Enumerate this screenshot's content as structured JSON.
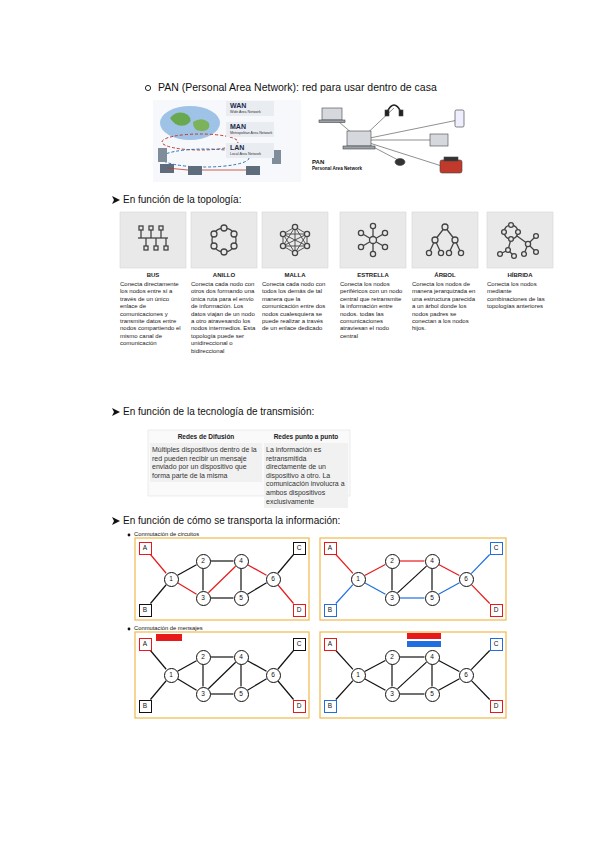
{
  "diagram": {
    "nodes": [
      {
        "text": [
          "BUS",
          "Conecta directamente los nodos entre sí a través de un único enlace de comunicaciones y transmite datos entre nodos compartiendo el mismo canal de comunicación"
        ]
      },
      {
        "text": [
          "ANILLO",
          "Conecta cada nodo con otros dos formando una única ruta para el envío de información. Los datos viajan de un nodo a otro atravesando los nodos intermedios. Esta topología puede ser unidireccional o bidireccional"
        ]
      },
      {
        "text": [
          "MALLA",
          "Conecta cada nodo con todos los demás de tal manera que la comunicación entre dos nodos cualesquiera se puede realizar a través de un enlace dedicado"
        ]
      },
      {
        "text": [
          "ESTRELLA",
          "Conecta los nodos periféricos con un nodo central que retransmite la información entre nodos. todas las comunicaciones atraviesan el nodo central"
        ]
      },
      {
        "text": [
          "ÁRBOL",
          "Conecta los nodos de manera jerarquizada en una estructura parecida a un árbol donde los nodos padres se conectan a los nodos hijos."
        ]
      },
      {
        "text": [
          "HÍBRIDA",
          "Conecta los nodos mediante combinaciones de las topologías anteriores"
        ]
      },
      {
        "text": [
          "Redes de Difusión",
          "Múltiples dispositivos dentro de la red pueden recibir un mensaje enviado por un dispositivo que forma parte de la misma"
        ]
      },
      {
        "text": [
          "Redes punto a punto",
          "La información es retransmitida directamente de un dispositivo a otro. La comunicación involucra a ambos dispositivos exclusivamente"
        ]
      },
      {
        "text": [
          "A"
        ]
      },
      {
        "text": [
          "B"
        ]
      },
      {
        "text": [
          "C"
        ]
      },
      {
        "text": [
          "D"
        ]
      },
      {
        "text": [
          "1"
        ]
      },
      {
        "text": [
          "2"
        ]
      },
      {
        "text": [
          "3"
        ]
      },
      {
        "text": [
          "4"
        ]
      },
      {
        "text": [
          "5"
        ]
      },
      {
        "text": [
          "6"
        ]
      },
      {
        "text": [
          "A"
        ]
      },
      {
        "text": [
          "B"
        ]
      },
      {
        "text": [
          "C"
        ]
      },
      {
        "text": [
          "D"
        ]
      },
      {
        "text": [
          "1"
        ]
      },
      {
        "text": [
          "2"
        ]
      },
      {
        "text": [
          "3"
        ]
      },
      {
        "text": [
          "4"
        ]
      },
      {
        "text": [
          "5"
        ]
      },
      {
        "text": [
          "6"
        ]
      },
      {
        "text": [
          "A"
        ]
      },
      {
        "text": [
          "B"
        ]
      },
      {
        "text": [
          "C"
        ]
      },
      {
        "text": [
          "D"
        ]
      },
      {
        "text": [
          "1"
        ]
      },
      {
        "text": [
          "2"
        ]
      },
      {
        "text": [
          "3"
        ]
      },
      {
        "text": [
          "4"
        ]
      },
      {
        "text": [
          "5"
        ]
      },
      {
        "text": [
          "6"
        ]
      },
      {
        "text": [
          "A"
        ]
      },
      {
        "text": [
          "B"
        ]
      },
      {
        "text": [
          "C"
        ]
      },
      {
        "text": [
          "D"
        ]
      },
      {
        "text": [
          "1"
        ]
      },
      {
        "text": [
          "2"
        ]
      },
      {
        "text": [
          "3"
        ]
      },
      {
        "text": [
          "4"
        ]
      },
      {
        "text": [
          "5"
        ]
      },
      {
        "text": [
          "6"
        ]
      }
    ],
    "edges": [
      {
        "from": 8,
        "to": 12,
        "arrow": "none"
      },
      {
        "from": 9,
        "to": 12,
        "arrow": "none"
      },
      {
        "from": 12,
        "to": 13,
        "arrow": "none"
      },
      {
        "from": 12,
        "to": 14,
        "arrow": "none"
      },
      {
        "from": 13,
        "to": 14,
        "arrow": "none"
      },
      {
        "from": 13,
        "to": 15,
        "arrow": "none"
      },
      {
        "from": 14,
        "to": 15,
        "arrow": "none"
      },
      {
        "from": 14,
        "to": 16,
        "arrow": "none"
      },
      {
        "from": 15,
        "to": 16,
        "arrow": "none"
      },
      {
        "from": 15,
        "to": 17,
        "arrow": "none"
      },
      {
        "from": 16,
        "to": 17,
        "arrow": "none"
      },
      {
        "from": 10,
        "to": 17,
        "arrow": "none"
      },
      {
        "from": 11,
        "to": 17,
        "arrow": "none"
      },
      {
        "from": 18,
        "to": 22,
        "arrow": "none"
      },
      {
        "from": 19,
        "to": 22,
        "arrow": "none"
      },
      {
        "from": 22,
        "to": 23,
        "arrow": "none"
      },
      {
        "from": 22,
        "to": 24,
        "arrow": "none"
      },
      {
        "from": 23,
        "to": 24,
        "arrow": "none"
      },
      {
        "from": 23,
        "to": 25,
        "arrow": "none"
      },
      {
        "from": 24,
        "to": 25,
        "arrow": "none"
      },
      {
        "from": 24,
        "to": 26,
        "arrow": "none"
      },
      {
        "from": 25,
        "to": 26,
        "arrow": "none"
      },
      {
        "from": 25,
        "to": 27,
        "arrow": "none"
      },
      {
        "from": 26,
        "to": 27,
        "arrow": "none"
      },
      {
        "from": 20,
        "to": 27,
        "arrow": "none"
      },
      {
        "from": 21,
        "to": 27,
        "arrow": "none"
      },
      {
        "from": 28,
        "to": 32,
        "arrow": "none"
      },
      {
        "from": 29,
        "to": 32,
        "arrow": "none"
      },
      {
        "from": 32,
        "to": 33,
        "arrow": "none"
      },
      {
        "from": 32,
        "to": 34,
        "arrow": "none"
      },
      {
        "from": 33,
        "to": 34,
        "arrow": "none"
      },
      {
        "from": 33,
        "to": 35,
        "arrow": "none"
      },
      {
        "from": 34,
        "to": 35,
        "arrow": "none"
      },
      {
        "from": 34,
        "to": 36,
        "arrow": "none"
      },
      {
        "from": 35,
        "to": 36,
        "arrow": "none"
      },
      {
        "from": 35,
        "to": 37,
        "arrow": "none"
      },
      {
        "from": 36,
        "to": 37,
        "arrow": "none"
      },
      {
        "from": 30,
        "to": 37,
        "arrow": "none"
      },
      {
        "from": 31,
        "to": 37,
        "arrow": "none"
      },
      {
        "from": 38,
        "to": 42,
        "arrow": "none"
      },
      {
        "from": 39,
        "to": 42,
        "arrow": "none"
      },
      {
        "from": 42,
        "to": 43,
        "arrow": "none"
      },
      {
        "from": 42,
        "to": 44,
        "arrow": "none"
      },
      {
        "from": 43,
        "to": 44,
        "arrow": "none"
      },
      {
        "from": 43,
        "to": 45,
        "arrow": "none"
      },
      {
        "from": 44,
        "to": 45,
        "arrow": "none"
      },
      {
        "from": 44,
        "to": 46,
        "arrow": "none"
      },
      {
        "from": 45,
        "to": 46,
        "arrow": "none"
      },
      {
        "from": 45,
        "to": 47,
        "arrow": "none"
      },
      {
        "from": 46,
        "to": 47,
        "arrow": "none"
      },
      {
        "from": 40,
        "to": 47,
        "arrow": "none"
      },
      {
        "from": 41,
        "to": 47,
        "arrow": "none"
      }
    ],
    "labels": [
      "PAN (Personal Area Network): red para usar dentro de casa",
      "WAN",
      "Wide Area Network",
      "MAN",
      "Metropolitan Area Network",
      "LAN",
      "Local Area Network",
      "PAN",
      "Personal Area Network",
      "En función de la topología:",
      "En función de la tecnología de transmisión:",
      "En función de cómo se transporta la información:",
      "Conmutación de circuitos",
      "Conmutación de mensajes"
    ]
  }
}
